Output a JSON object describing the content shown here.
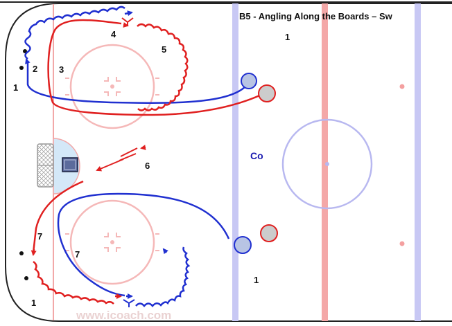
{
  "title": "B5 - Angling Along the Boards – Sw",
  "watermark": "www.icoach.com",
  "colors": {
    "red_line": "#f08c8c",
    "blue_line": "#b4b4f0",
    "face_off": "#f5b0b0",
    "crease": "#cfe6f7",
    "red_path": "#e02020",
    "blue_path": "#2030d0",
    "player_blue": "#b8c4e4",
    "player_red": "#cccccc"
  },
  "labels": {
    "top_right_1": "1",
    "step_4": "4",
    "step_5": "5",
    "step_2": "2",
    "step_3": "3",
    "left_1": "1",
    "step_6": "6",
    "coach": "Co",
    "step_7_red": "7",
    "step_7_blue": "7",
    "bottom_right_1": "1",
    "bottom_left_1": "1"
  }
}
